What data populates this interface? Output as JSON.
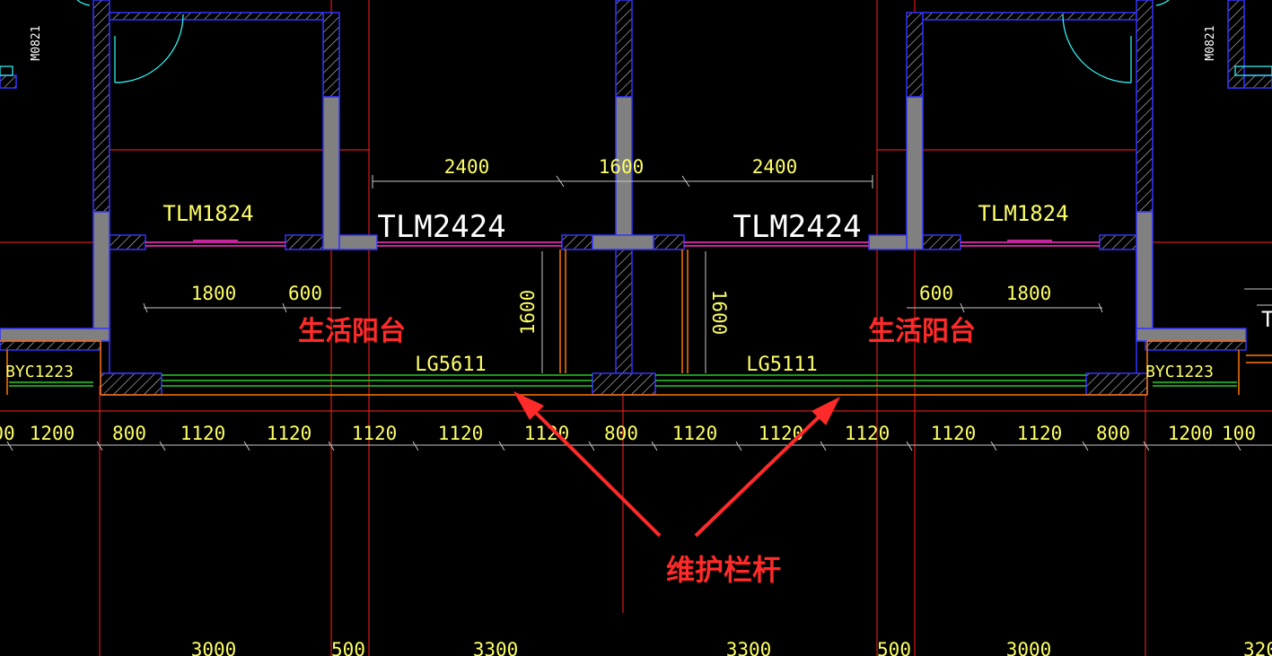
{
  "labels": {
    "door_left": "TLM1824",
    "door_right": "TLM1824",
    "slide_left": "TLM2424",
    "slide_right": "TLM2424",
    "balcony_left": "生活阳台",
    "balcony_right": "生活阳台",
    "rail_left": "LG5611",
    "rail_right": "LG5111",
    "window_left": "BYC1223",
    "window_right": "BYC1223",
    "door_tag_left": "M0821",
    "door_tag_right": "M0821",
    "callout": "维护栏杆",
    "partial_right": "T"
  },
  "dims_top": [
    "2400",
    "1600",
    "2400"
  ],
  "dims_mid_left": [
    "1800",
    "600"
  ],
  "dims_mid_right": [
    "600",
    "1800"
  ],
  "dims_vertical": [
    "1600",
    "1600"
  ],
  "dims_row": [
    "00",
    "1200",
    "800",
    "1120",
    "1120",
    "1120",
    "1120",
    "1120",
    "800",
    "1120",
    "1120",
    "1120",
    "1120",
    "1120",
    "800",
    "1200",
    "100"
  ],
  "dims_bottom": [
    "3000",
    "500",
    "3300",
    "3300",
    "500",
    "3000",
    "320"
  ],
  "colors": {
    "background": "#000000",
    "wall_outline": "#3333ff",
    "axis": "#ff2020",
    "dimension_text": "#ffff66",
    "rail": "#22cc22",
    "slab_edge": "#ff7700",
    "door_line": "#ff33cc",
    "swing": "#33ffff",
    "annotation": "#ff2a2a"
  }
}
